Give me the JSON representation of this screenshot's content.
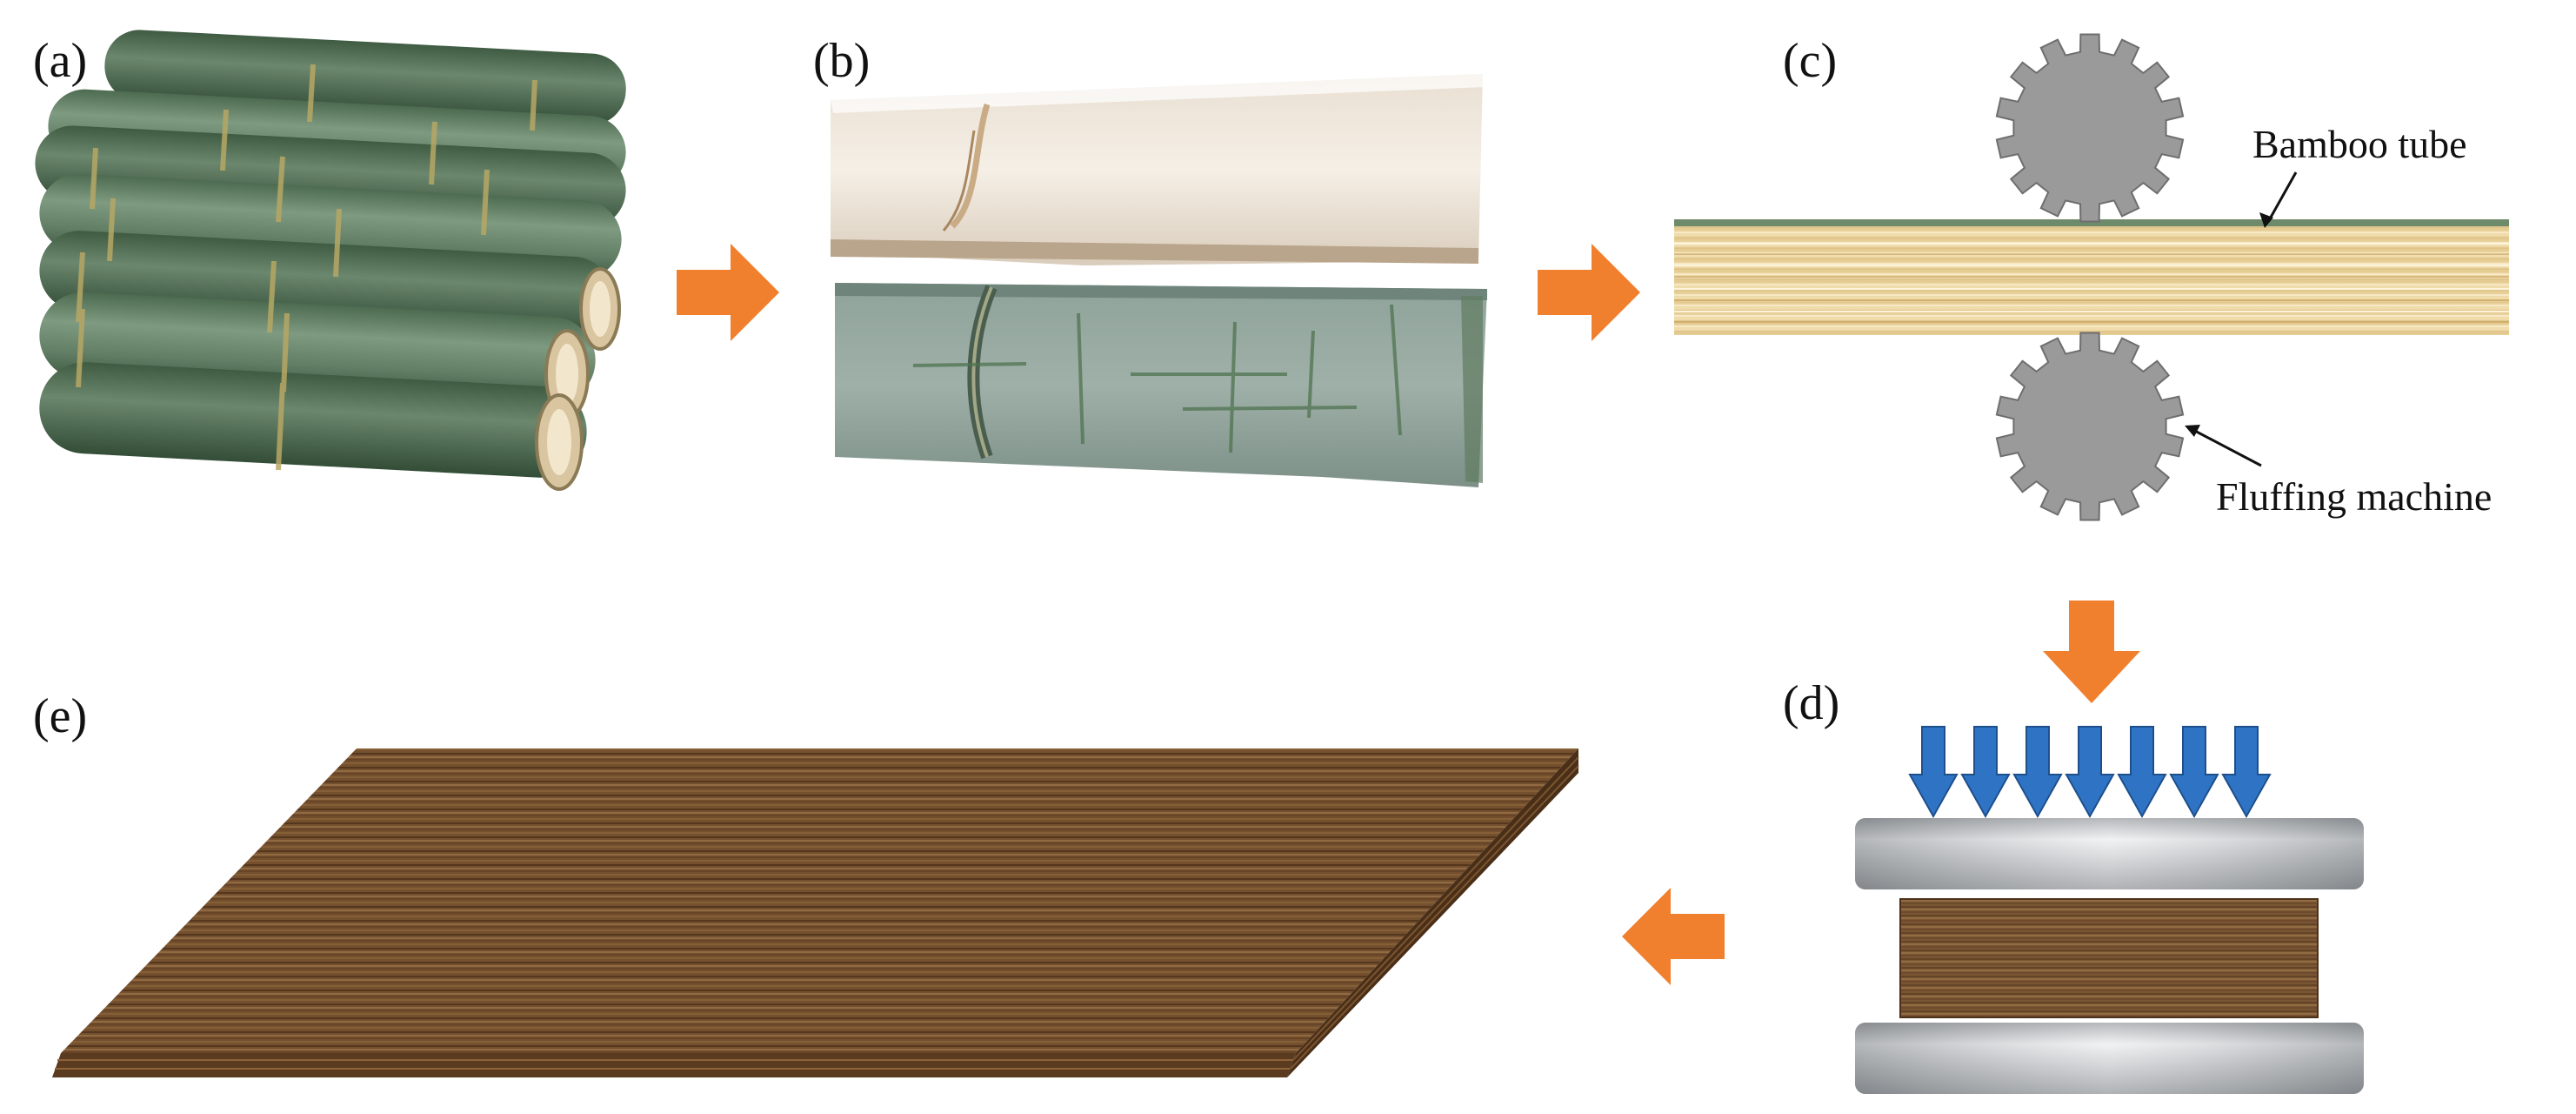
{
  "panels": {
    "a": {
      "label": "(a)"
    },
    "b": {
      "label": "(b)"
    },
    "c": {
      "label": "(c)",
      "bamboo_tube_label": "Bamboo tube",
      "fluffing_machine_label": "Fluffing machine"
    },
    "d": {
      "label": "(d)"
    },
    "e": {
      "label": "(e)"
    }
  },
  "colors": {
    "flow_arrow": "#f07f2e",
    "press_arrow": "#2f74c4",
    "bamboo_green": "#5f7d62",
    "wood_brown": "#7a5230",
    "steel": "#b8bcc0",
    "gear": "#9a9a9a"
  },
  "icons": {
    "flow": "orange-arrow-icon",
    "press": "blue-down-arrow-icon",
    "gear": "gear-icon"
  }
}
